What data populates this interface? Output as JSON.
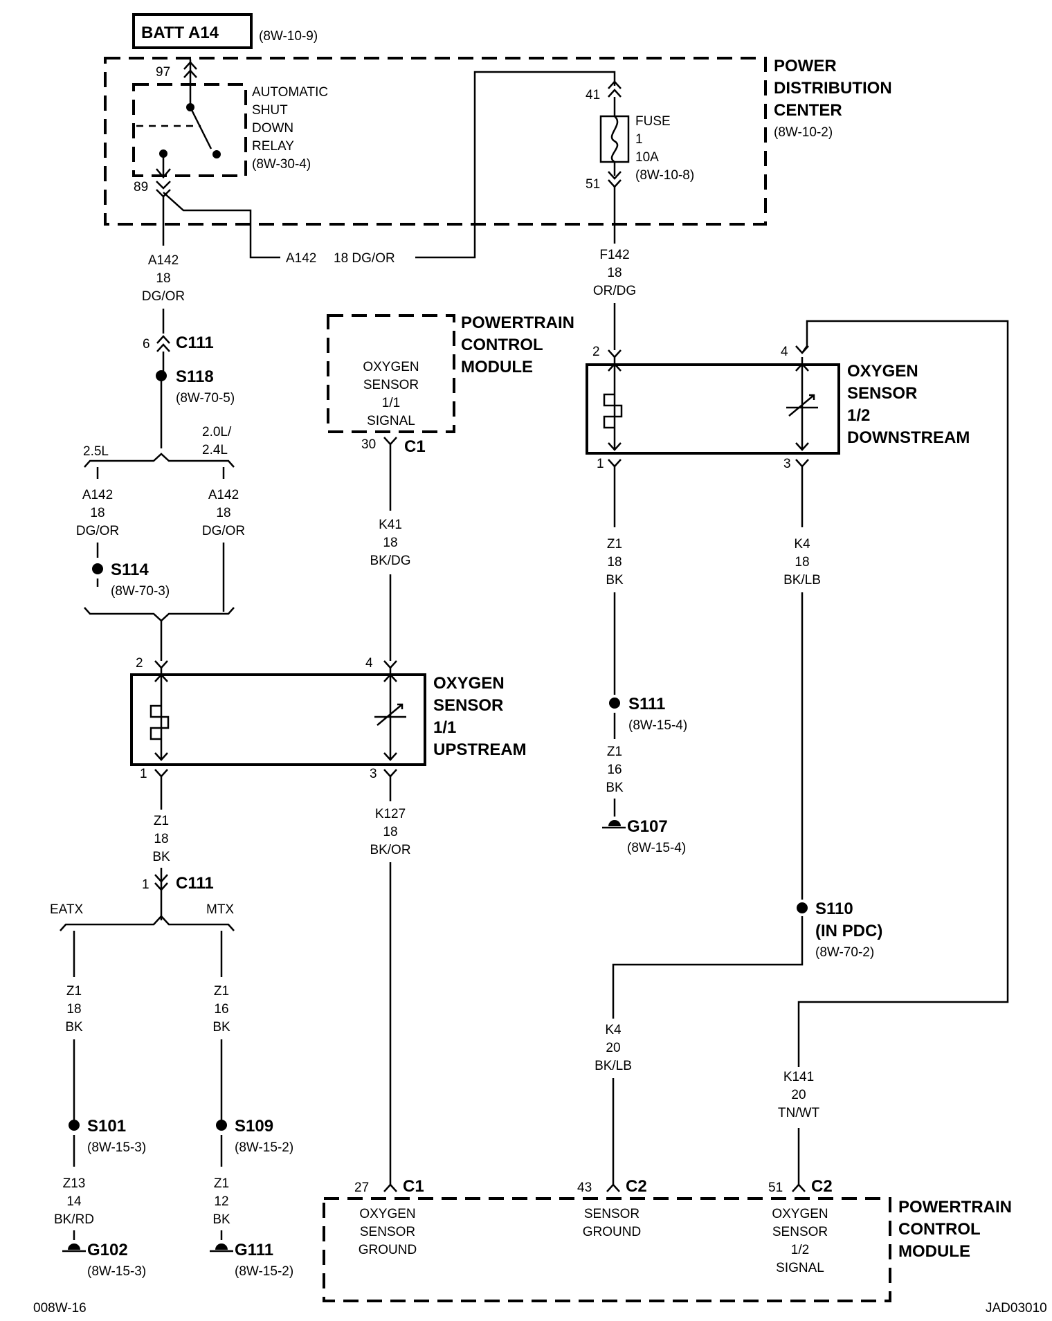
{
  "batt": {
    "label": "BATT A14",
    "ref": "(8W-10-9)"
  },
  "pdc": {
    "title": [
      "POWER",
      "DISTRIBUTION",
      "CENTER"
    ],
    "ref": "(8W-10-2)",
    "cav_97": "97",
    "cav_89": "89",
    "cav_41": "41",
    "cav_51": "51"
  },
  "asd_relay": {
    "lines": [
      "AUTOMATIC",
      "SHUT",
      "DOWN",
      "RELAY",
      "(8W-30-4)"
    ]
  },
  "fuse": {
    "lines": [
      "FUSE",
      "1",
      "10A",
      "(8W-10-8)"
    ]
  },
  "wires": {
    "a142_pdc": [
      "A142",
      "18",
      "DG/OR"
    ],
    "a142_horiz": [
      "A142",
      "18 DG/OR"
    ],
    "f142": [
      "F142",
      "18",
      "OR/DG"
    ],
    "a142_25l": [
      "A142",
      "18",
      "DG/OR"
    ],
    "a142_20l": [
      "A142",
      "18",
      "DG/OR"
    ],
    "k41": [
      "K41",
      "18",
      "BK/DG"
    ],
    "z1_up": [
      "Z1",
      "18",
      "BK"
    ],
    "k127": [
      "K127",
      "18",
      "BK/OR"
    ],
    "z1_eatx": [
      "Z1",
      "18",
      "BK"
    ],
    "z1_mtx": [
      "Z1",
      "16",
      "BK"
    ],
    "z13": [
      "Z13",
      "14",
      "BK/RD"
    ],
    "z1_g111": [
      "Z1",
      "12",
      "BK"
    ],
    "z1_down": [
      "Z1",
      "18",
      "BK"
    ],
    "z1_g107": [
      "Z1",
      "16",
      "BK"
    ],
    "k4_18": [
      "K4",
      "18",
      "BK/LB"
    ],
    "k4_20": [
      "K4",
      "20",
      "BK/LB"
    ],
    "k141": [
      "K141",
      "20",
      "TN/WT"
    ]
  },
  "connectors": {
    "c111_top": {
      "cav": "6",
      "name": "C111"
    },
    "c111_bot": {
      "cav": "1",
      "name": "C111"
    },
    "pcm_top_c1": {
      "cav": "30",
      "name": "C1"
    },
    "pcm_c1_27": {
      "cav": "27",
      "name": "C1"
    },
    "pcm_c2_43": {
      "cav": "43",
      "name": "C2"
    },
    "pcm_c2_51": {
      "cav": "51",
      "name": "C2"
    }
  },
  "splices": {
    "s118": {
      "name": "S118",
      "ref": "(8W-70-5)"
    },
    "s114": {
      "name": "S114",
      "ref": "(8W-70-3)"
    },
    "s111": {
      "name": "S111",
      "ref": "(8W-15-4)"
    },
    "s110": {
      "name": "S110",
      "sub": "(IN PDC)",
      "ref": "(8W-70-2)"
    },
    "s101": {
      "name": "S101",
      "ref": "(8W-15-3)"
    },
    "s109": {
      "name": "S109",
      "ref": "(8W-15-2)"
    }
  },
  "grounds": {
    "g107": {
      "name": "G107",
      "ref": "(8W-15-4)"
    },
    "g102": {
      "name": "G102",
      "ref": "(8W-15-3)"
    },
    "g111": {
      "name": "G111",
      "ref": "(8W-15-2)"
    }
  },
  "branches": {
    "l25": "2.5L",
    "l20": [
      "2.0L/",
      "2.4L"
    ],
    "eatx": "EATX",
    "mtx": "MTX"
  },
  "pcm_top": {
    "title": [
      "POWERTRAIN",
      "CONTROL",
      "MODULE"
    ],
    "lines": [
      "OXYGEN",
      "SENSOR",
      "1/1",
      "SIGNAL"
    ]
  },
  "o2_up": {
    "title": [
      "OXYGEN",
      "SENSOR",
      "1/1",
      "UPSTREAM"
    ],
    "pins": [
      "2",
      "4",
      "1",
      "3"
    ]
  },
  "o2_down": {
    "title": [
      "OXYGEN",
      "SENSOR",
      "1/2",
      "DOWNSTREAM"
    ],
    "pins": [
      "2",
      "4",
      "1",
      "3"
    ]
  },
  "pcm_bottom": {
    "title": [
      "POWERTRAIN",
      "CONTROL",
      "MODULE"
    ],
    "c1_27": [
      "OXYGEN",
      "SENSOR",
      "GROUND"
    ],
    "c2_43": [
      "SENSOR",
      "GROUND"
    ],
    "c2_51": [
      "OXYGEN",
      "SENSOR",
      "1/2",
      "SIGNAL"
    ]
  },
  "footer": {
    "left": "008W-16",
    "right": "JAD03010"
  }
}
